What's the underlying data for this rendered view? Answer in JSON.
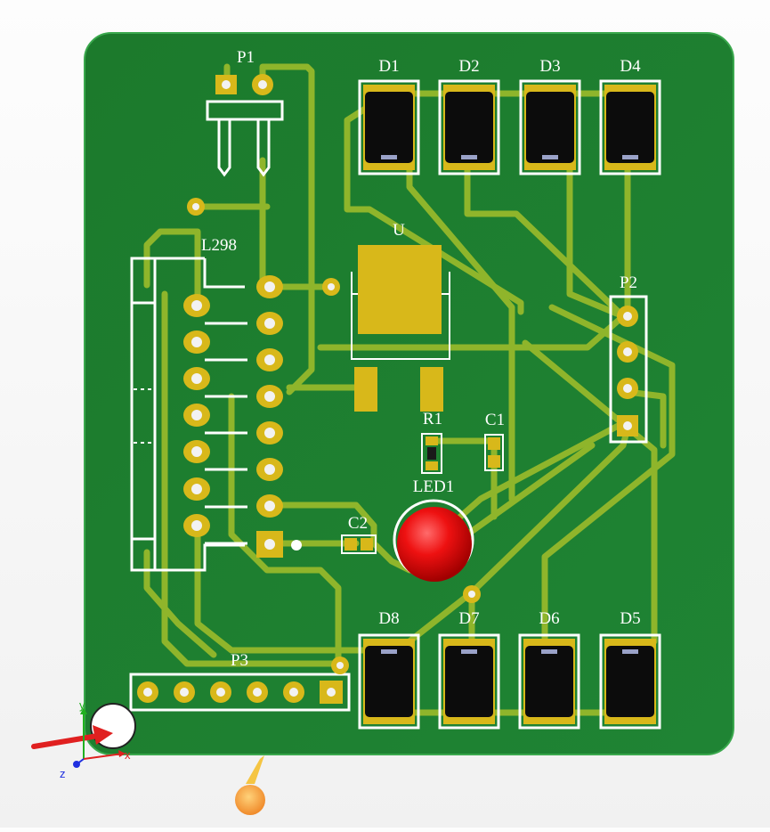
{
  "board": {
    "colors": {
      "board": "#1d7a2e",
      "board_edge": "#2a9a3e",
      "trace": "#8fb52b",
      "pad": "#d8b81a",
      "silkscreen": "#ffffff",
      "chip_body": "#0c0c0c",
      "led": "#ee1111"
    },
    "components": {
      "P1": "P1",
      "D1": "D1",
      "D2": "D2",
      "D3": "D3",
      "D4": "D4",
      "U": "U",
      "L298": "L298",
      "P2": "P2",
      "R1": "R1",
      "C1": "C1",
      "LED1": "LED1",
      "C2": "C2",
      "P3": "P3",
      "D8": "D8",
      "D7": "D7",
      "D6": "D6",
      "D5": "D5"
    }
  },
  "axes": {
    "x": "x",
    "y": "y",
    "z": "z",
    "x_color": "#e02020",
    "y_color": "#20b020",
    "z_color": "#2030e0"
  },
  "icons": {
    "origin_marker": "origin-marker-icon",
    "light_source": "light-source-icon"
  }
}
